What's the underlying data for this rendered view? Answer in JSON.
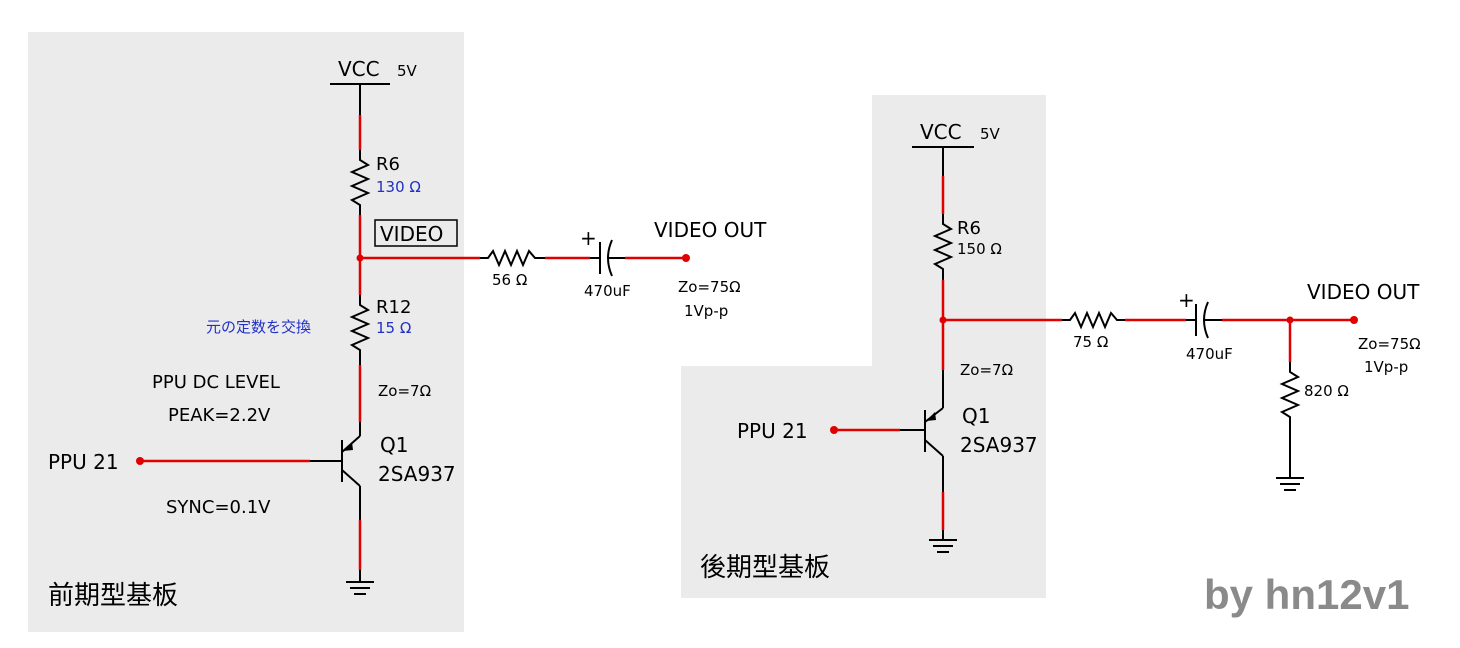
{
  "colors": {
    "panel": "#ebebeb",
    "wire_red": "#e00000",
    "wire_black": "#000000",
    "value_blue": "#2030c8",
    "credit_gray": "#8a8a8a"
  },
  "early": {
    "title": "前期型基板",
    "vcc_label": "VCC",
    "vcc_value": "5V",
    "r6_name": "R6",
    "r6_value": "130 Ω",
    "video_tag": "VIDEO",
    "series_r_value": "56 Ω",
    "cap_polarity": "+",
    "cap_value": "470uF",
    "out_label": "VIDEO OUT",
    "out_zo": "Zo=75Ω",
    "out_level": "1Vp-p",
    "r12_name": "R12",
    "r12_value": "15 Ω",
    "r12_note": "元の定数を交換",
    "ppu_dc_level": "PPU DC LEVEL",
    "peak": "PEAK=2.2V",
    "zo_emitter": "Zo=7Ω",
    "input_label": "PPU 21",
    "q_name": "Q1",
    "q_part": "2SA937",
    "sync": "SYNC=0.1V"
  },
  "late": {
    "title": "後期型基板",
    "vcc_label": "VCC",
    "vcc_value": "5V",
    "r6_name": "R6",
    "r6_value": "150 Ω",
    "series_r_value": "75 Ω",
    "cap_polarity": "+",
    "cap_value": "470uF",
    "out_label": "VIDEO OUT",
    "out_zo": "Zo=75Ω",
    "out_level": "1Vp-p",
    "shunt_r_value": "820 Ω",
    "zo_emitter": "Zo=7Ω",
    "input_label": "PPU 21",
    "q_name": "Q1",
    "q_part": "2SA937"
  },
  "credit": "by hn12v1"
}
